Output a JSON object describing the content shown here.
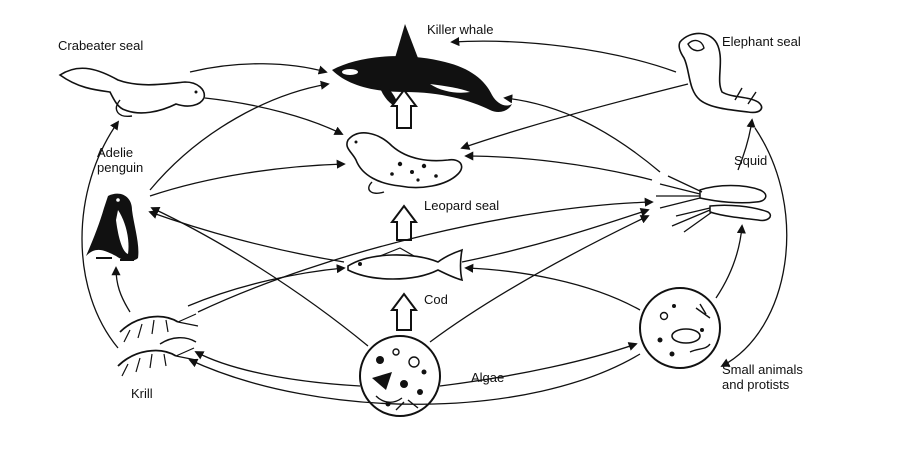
{
  "labels": {
    "killer_whale": "Killer whale",
    "crabeater_seal": "Crabeater seal",
    "elephant_seal": "Elephant seal",
    "adelie_penguin": "Adelie\npenguin",
    "leopard_seal": "Leopard seal",
    "squid": "Squid",
    "cod": "Cod",
    "krill": "Krill",
    "algae": "Algae",
    "small_animals": "Small animals\nand protists"
  },
  "colors": {
    "ink": "#111111",
    "background": "#ffffff"
  }
}
